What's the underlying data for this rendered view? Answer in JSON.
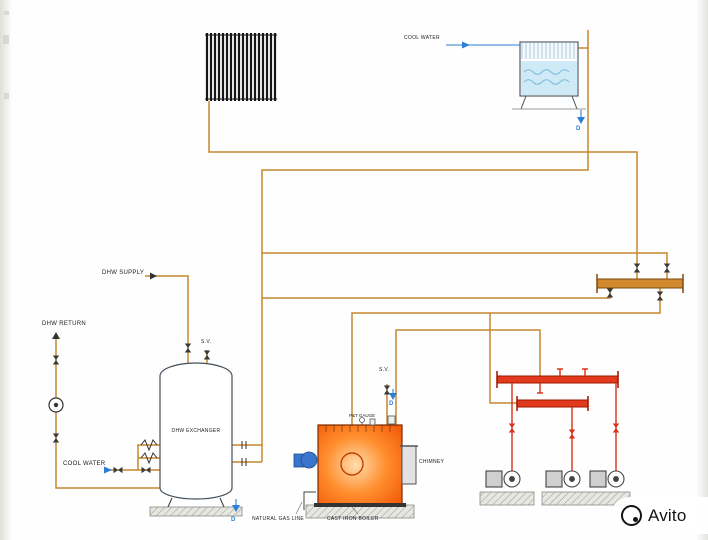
{
  "labels": {
    "cool_water_top": "COOL WATER",
    "dhw_supply": "DHW SUPPLY",
    "dhw_return": "DHW RETURN",
    "cool_water_left": "COOL WATER",
    "tank": "DHW EXCHANGER",
    "sv_tank": "S.V.",
    "sv_boiler": "S.V.",
    "pt_gauge": "P&T GAUGE",
    "chimney": "CHIMNEY",
    "boiler": "CAST IRON BOILER",
    "gas_line": "NATURAL GAS LINE",
    "drain_tower": "D",
    "drain_tank": "D",
    "drain_sv": "D"
  },
  "colors": {
    "pipe_orange": "#c5862f",
    "header_orange": "#d38a2e",
    "hot_red": "#e23a1c",
    "accent_blue": "#2b7fd4",
    "tower_water_blue": "#cdeaf6",
    "boiler_orange": "#ff5a00",
    "label_black": "#222222"
  },
  "watermark": {
    "brand": "Avito"
  }
}
